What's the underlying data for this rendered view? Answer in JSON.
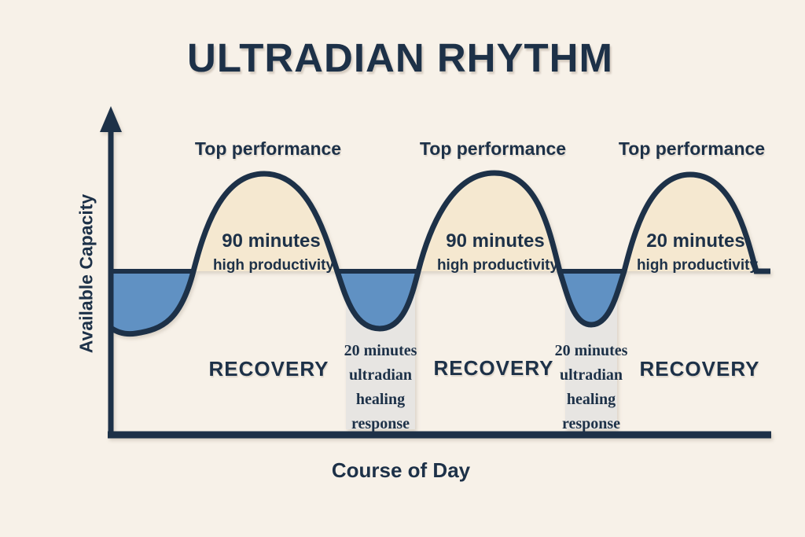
{
  "title": "ULTRADIAN RHYTHM",
  "axes": {
    "y_label": "Available Capacity",
    "x_label": "Course of Day"
  },
  "peaks": [
    {
      "top_label": "Top performance",
      "duration": "90 minutes",
      "caption": "high productivity"
    },
    {
      "top_label": "Top performance",
      "duration": "90 minutes",
      "caption": "high productivity"
    },
    {
      "top_label": "Top performance",
      "duration": "20 minutes",
      "caption": "high productivity"
    }
  ],
  "recovery_labels": [
    "RECOVERY",
    "RECOVERY",
    "RECOVERY"
  ],
  "trough_notes": [
    {
      "lines": [
        "20 minutes",
        "ultradian",
        "healing",
        "response"
      ]
    },
    {
      "lines": [
        "20 minutes",
        "ultradian",
        "healing",
        "response"
      ]
    }
  ],
  "colors": {
    "background": "#f7f1e8",
    "ink": "#1d3148",
    "wave_blue": "#6091c3",
    "peak_cream": "#f5e8d0",
    "note_band": "#e7e5e2"
  }
}
